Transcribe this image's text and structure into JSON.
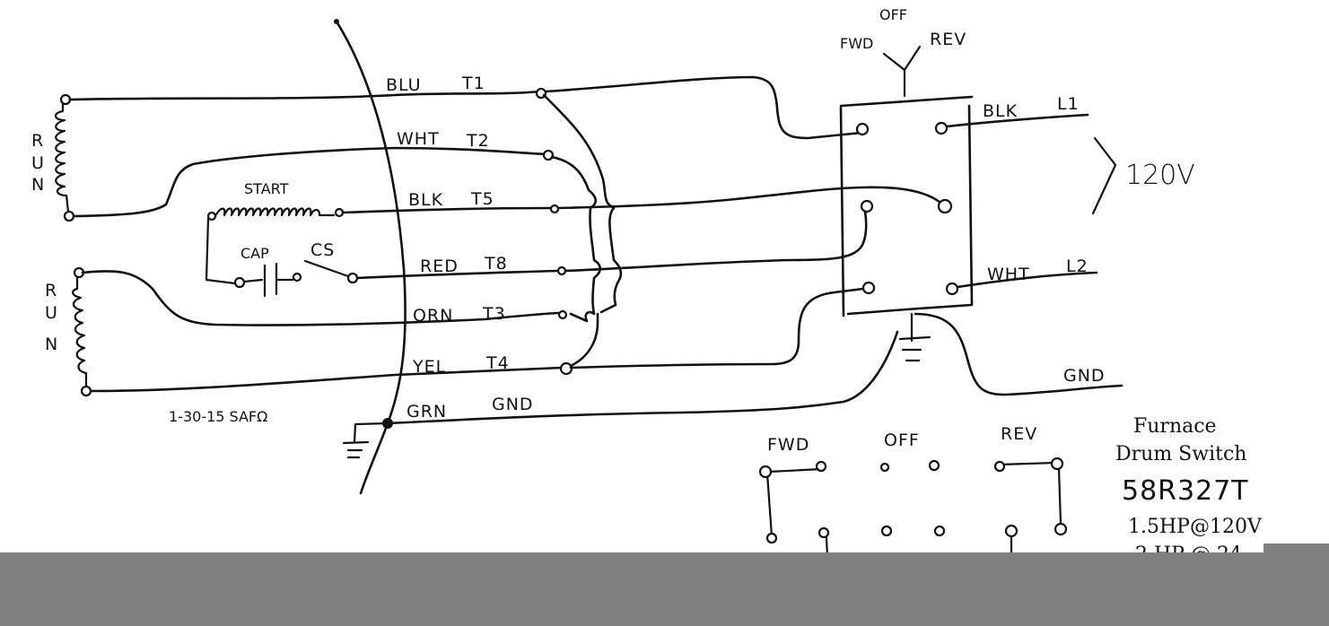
{
  "diagram": {
    "title": "Motor to Furnace Drum Switch Wiring",
    "motor_leads": [
      {
        "color": "BLU",
        "terminal": "T1"
      },
      {
        "color": "WHT",
        "terminal": "T2"
      },
      {
        "color": "BLK",
        "terminal": "T5"
      },
      {
        "color": "RED",
        "terminal": "T8"
      },
      {
        "color": "ORN",
        "terminal": "T3"
      },
      {
        "color": "YEL",
        "terminal": "T4"
      },
      {
        "color": "GRN",
        "terminal": "GND"
      }
    ],
    "windings": {
      "run_upper_label": [
        "R",
        "U",
        "N"
      ],
      "run_lower_label": [
        "R",
        "U",
        "N"
      ],
      "start_label": "START",
      "cap_label": "CAP",
      "cs_label": "CS"
    },
    "motor_model": "1-30-15 SAFΩ",
    "switch_positions": {
      "fwd": "FWD",
      "off": "OFF",
      "rev": "REV"
    },
    "line": {
      "l1_color": "BLK",
      "l1_label": "L1",
      "l2_color": "WHT",
      "l2_label": "L2",
      "gnd_label": "GND",
      "voltage": "120V"
    },
    "contact_chart": {
      "headers": [
        "FWD",
        "OFF",
        "REV"
      ]
    },
    "switch_info": {
      "line1": "Furnace",
      "line2": "Drum Switch",
      "model": "58R327T",
      "rating1": "1.5HP@120V",
      "rating2_partial": "2 HP @ 24..."
    }
  }
}
